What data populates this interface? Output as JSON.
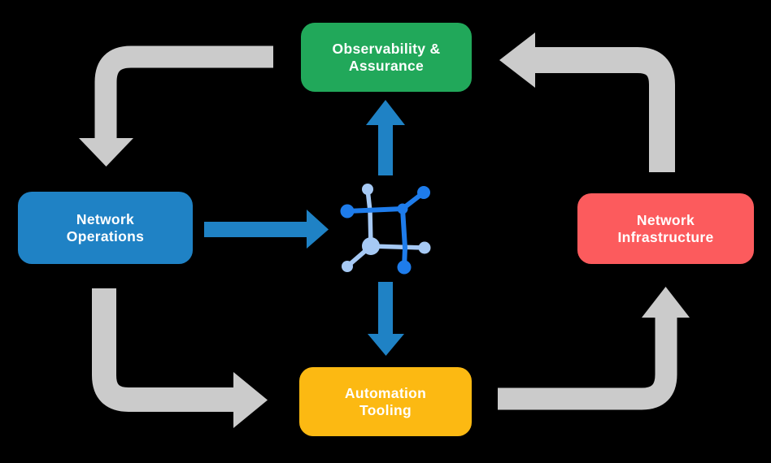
{
  "page": {
    "background": "#000000",
    "description": "Network automation cycle diagram"
  },
  "colors": {
    "observability": "#21A85A",
    "operations": "#1F82C5",
    "infrastructure": "#FC5B5D",
    "automation": "#FCB912",
    "cycle_arrow": "#CBCBCB",
    "flow_arrow": "#1F82C5",
    "icon_dark": "#1E7CEB",
    "icon_light": "#A6C9F4",
    "label_text": "#FFFFFF"
  },
  "boxes": {
    "observability": {
      "line1": "Observability &",
      "line2": "Assurance"
    },
    "operations": {
      "line1": "Network",
      "line2": "Operations"
    },
    "infrastructure": {
      "line1": "Network",
      "line2": "Infrastructure"
    },
    "automation": {
      "line1": "Automation",
      "line2": "Tooling"
    }
  },
  "center_icon": "network-mesh-icon",
  "flows": {
    "cycle": [
      "Observability & Assurance -> Network Operations",
      "Network Operations -> Automation Tooling",
      "Automation Tooling -> Network Infrastructure",
      "Network Infrastructure -> Observability & Assurance"
    ],
    "hub": [
      "Network Operations -> center icon",
      "center icon -> Observability & Assurance",
      "center icon -> Automation Tooling"
    ]
  }
}
